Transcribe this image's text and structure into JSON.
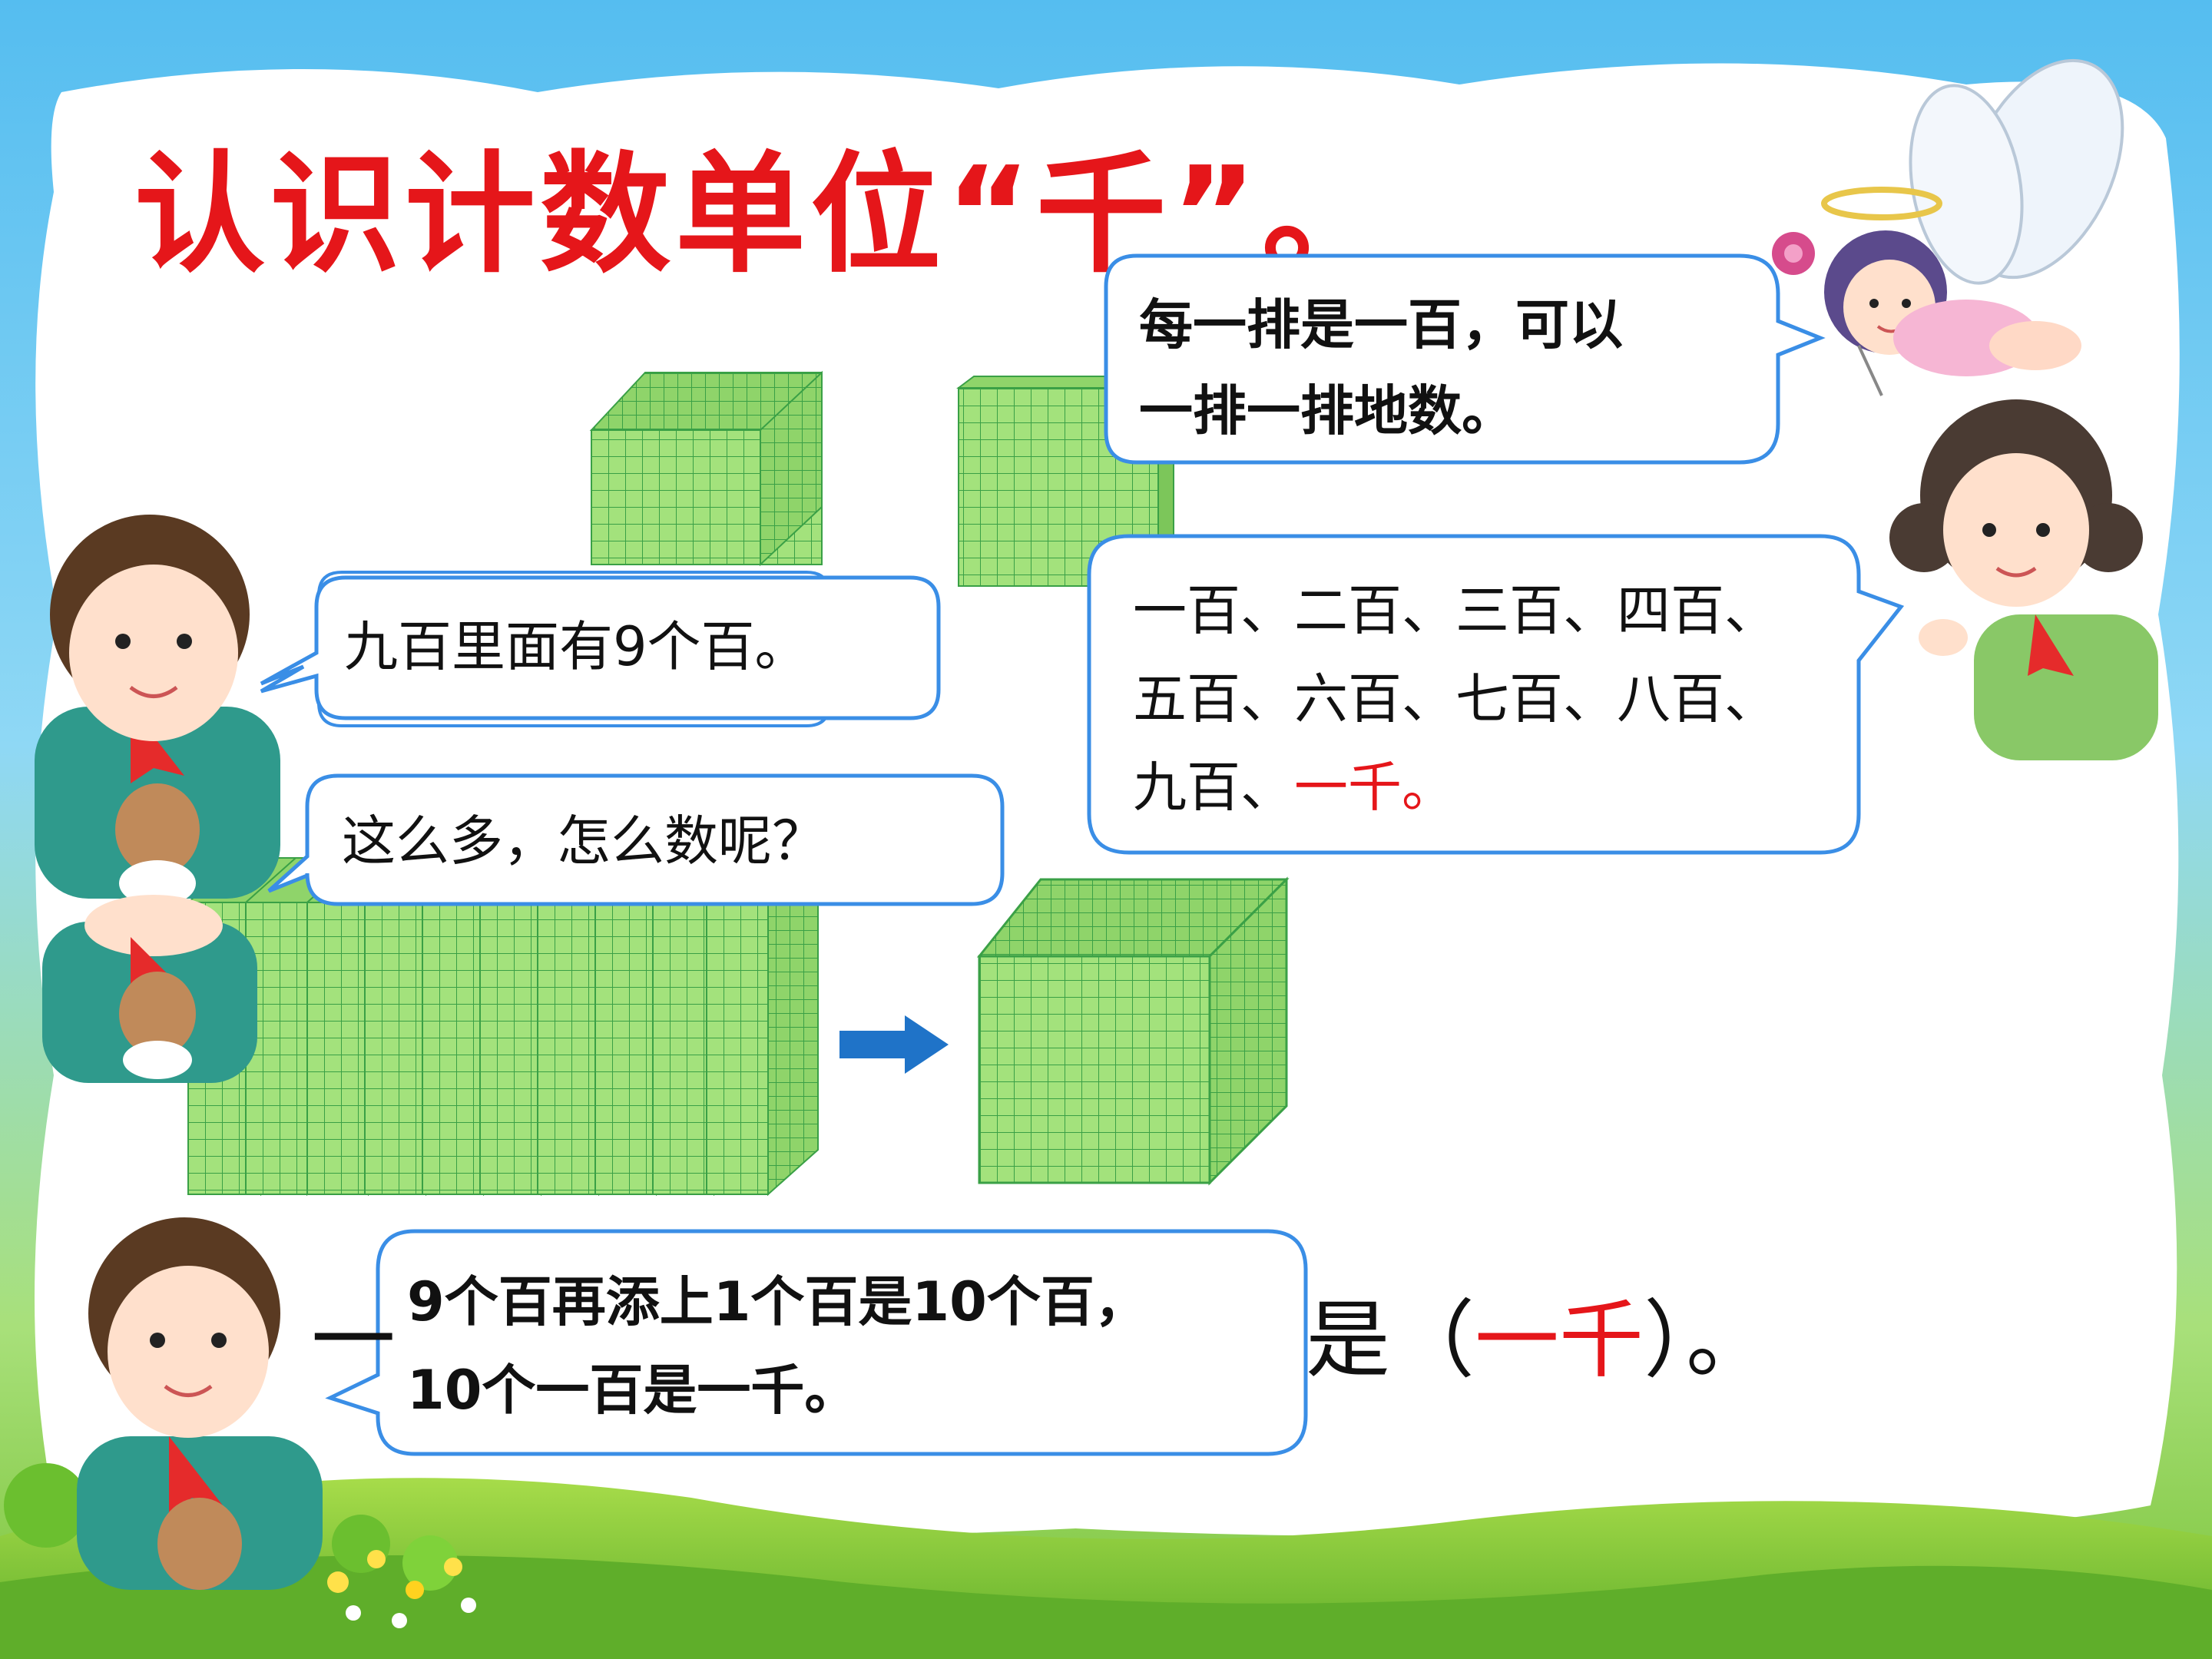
{
  "slide": {
    "title": "认识计数单位“千”。",
    "bubbles": {
      "fairy_line1": "每一排是一百，可以",
      "fairy_line2": "一排一排地数。",
      "girl_line1": "一百、二百、三百、四百、",
      "girl_line2": "五百、六百、七百、八百、",
      "girl_line3_prefix": "九百、",
      "girl_line3_highlight": "一千。",
      "boy_top": "九百里面有9个百。",
      "boy_middle": "这么多，怎么数呢？",
      "boy_bottom_line1": "9个百再添上1个百是10个百，",
      "boy_bottom_line2": "10个一百是一千。"
    },
    "sentence": {
      "prefix": "一",
      "suffix_open": "是（",
      "answer": "一千",
      "suffix_close": "）。"
    }
  },
  "colors": {
    "title_red": "#e5161a",
    "bubble_border": "#3a8ee6",
    "cube_green": "#9fe07a",
    "grid_line": "#3aa046",
    "arrow_blue": "#1f73c8",
    "grass_green": "#7cc43a",
    "sky_blue": "#5cc0ee"
  },
  "icons": {
    "arrow": "right-arrow-icon",
    "fairy": "fairy-character",
    "girl": "girl-character",
    "boy": "boy-character"
  }
}
